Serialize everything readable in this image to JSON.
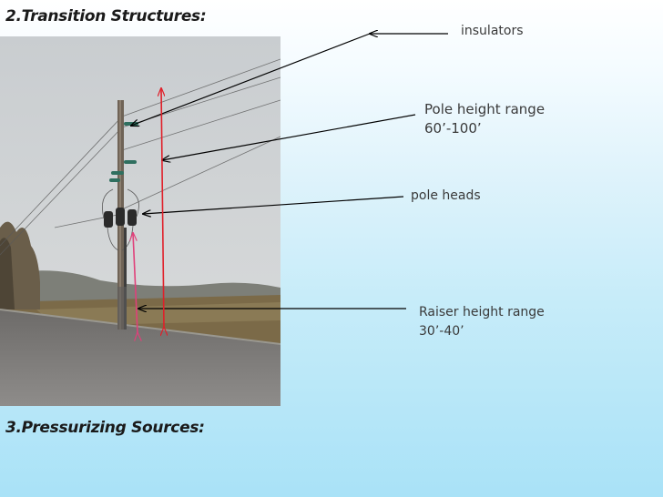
{
  "headings": {
    "transition": "2.Transition Structures:",
    "pressurizing": "3.Pressurizing Sources:"
  },
  "labels": {
    "insulators": "insulators",
    "pole_height": {
      "line1": "Pole height range",
      "line2": "60’-100’"
    },
    "pole_heads": "pole heads",
    "raiser_height": {
      "line1": "Raiser height range",
      "line2": "30’-40’"
    }
  },
  "colors": {
    "pole_height_marker": "#e0202a",
    "raiser_height_marker": "#e0407a",
    "pointer_arrows": "#000000"
  }
}
